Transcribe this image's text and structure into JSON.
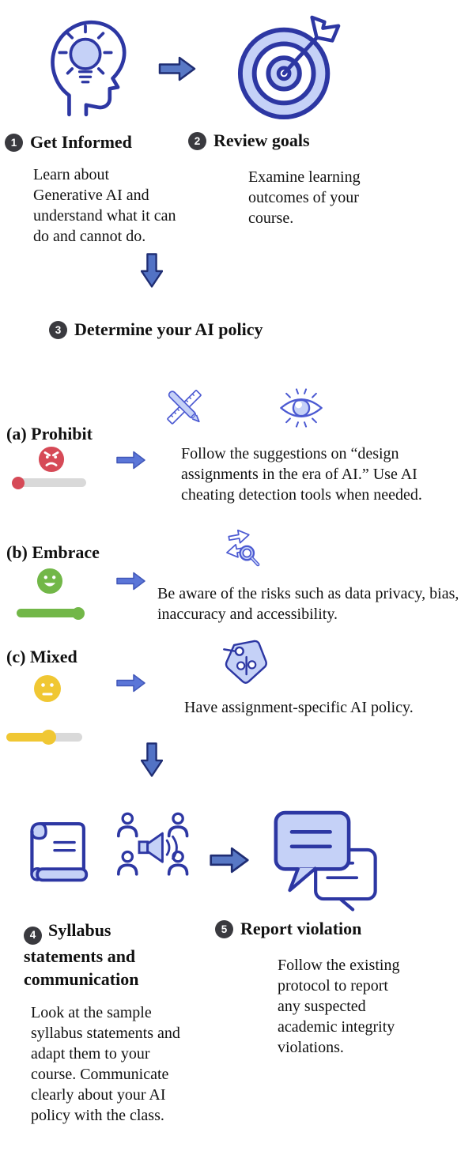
{
  "colors": {
    "icon_stroke_dark": "#2d37a3",
    "icon_stroke_light": "#4c5ad2",
    "icon_fill": "#c5d1f7",
    "arrow_fill": "#5878c5",
    "arrow_outline": "#1f2d73",
    "small_arrow_fill": "#5b76d8",
    "badge_bg": "#3a3a3f",
    "prohibit_red": "#d64a57",
    "embrace_green": "#72b748",
    "mixed_yellow": "#f0c733",
    "slider_track_gray": "#d9d9d9",
    "text_color": "#111111"
  },
  "icons": {
    "step1": "head-lightbulb-icon",
    "step2": "target-goal-icon",
    "prohibit_icons": [
      "ruler-pencil-cross-icon",
      "eye-detection-icon"
    ],
    "embrace_icon": "exchange-search-icon",
    "mixed_icon": "price-tag-icon",
    "step4_icons": [
      "scroll-syllabus-icon",
      "announcement-people-icon"
    ],
    "step5_icon": "chat-bubbles-icon",
    "mood_icons": [
      "angry-face-icon",
      "happy-face-icon",
      "neutral-face-icon"
    ],
    "flow_icons": [
      "right-arrow-icon",
      "down-arrow-icon"
    ]
  },
  "steps": {
    "step1": {
      "number": "1",
      "title": "Get Informed",
      "body": "Learn about Generative AI and understand what it can do and cannot do."
    },
    "step2": {
      "number": "2",
      "title": "Review goals",
      "body": "Examine learning outcomes of your course."
    },
    "step3": {
      "number": "3",
      "title": "Determine your AI policy",
      "options": [
        {
          "label": "(a) Prohibit",
          "mood": "angry",
          "body": "Follow the suggestions on “design assignments in the era of AI.” Use AI cheating detection tools when needed."
        },
        {
          "label": "(b) Embrace",
          "mood": "happy",
          "body": "Be aware of the risks such as data privacy, bias, inaccuracy and accessibility."
        },
        {
          "label": "(c) Mixed",
          "mood": "neutral",
          "body": "Have assignment-specific AI policy."
        }
      ]
    },
    "step4": {
      "number": "4",
      "title": "Syllabus statements and communication",
      "body": "Look at the sample syllabus statements and adapt them to your course. Communicate clearly about your AI policy with the class."
    },
    "step5": {
      "number": "5",
      "title": "Report violation",
      "body": "Follow the existing protocol to report any suspected academic integrity violations."
    }
  }
}
